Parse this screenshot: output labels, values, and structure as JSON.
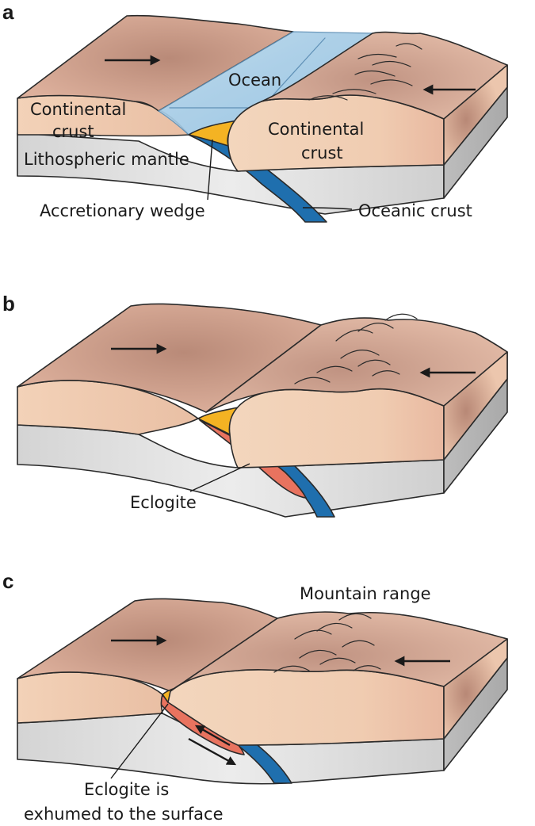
{
  "panels": [
    {
      "letter": "a",
      "labels": {
        "ocean": "Ocean",
        "continental_left_1": "Continental",
        "continental_left_2": "crust",
        "continental_right_1": "Continental",
        "continental_right_2": "crust",
        "mantle": "Lithospheric mantle",
        "wedge": "Accretionary wedge",
        "oceanic": "Oceanic crust"
      }
    },
    {
      "letter": "b",
      "labels": {
        "eclogite": "Eclogite"
      }
    },
    {
      "letter": "c",
      "labels": {
        "mountain": "Mountain range",
        "exhumed_1": "Eclogite is",
        "exhumed_2": "exhumed to the surface"
      }
    }
  ],
  "colors": {
    "crust_top": "#d8ab96",
    "crust_side": "#f2cdb0",
    "crust_shade": "#b98a78",
    "mantle": "#c9c9c9",
    "mantle_light": "#e6e6e6",
    "ocean": "#a8cde6",
    "oceanic_crust": "#1f6fae",
    "wedge": "#f4b323",
    "eclogite": "#e8735f"
  }
}
